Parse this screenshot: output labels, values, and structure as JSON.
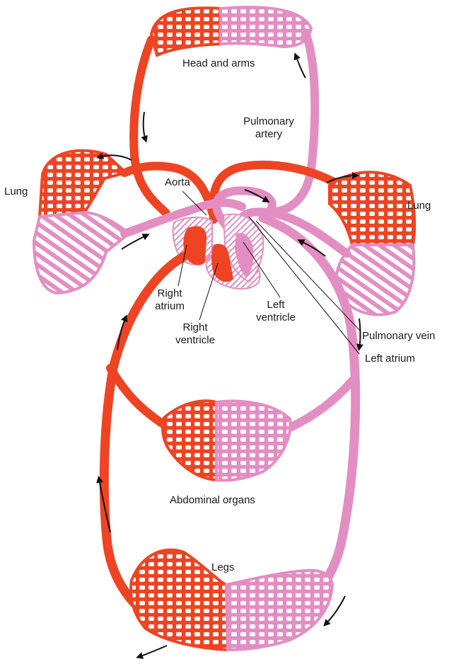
{
  "colors": {
    "oxygenated": "#ee4423",
    "deoxygenated": "#e38ec3",
    "arrow": "#111111",
    "background": "#ffffff"
  },
  "labels": {
    "head_and_arms": "Head and arms",
    "pulmonary_artery": "Pulmonary\nartery",
    "lung_left": "Lung",
    "lung_right": "Lung",
    "aorta": "Aorta",
    "right_atrium": "Right\natrium",
    "right_ventricle": "Right\nventricle",
    "left_ventricle": "Left\nventricle",
    "pulmonary_vein": "Pulmonary vein",
    "left_atrium": "Left atrium",
    "abdominal_organs": "Abdominal organs",
    "legs": "Legs"
  }
}
